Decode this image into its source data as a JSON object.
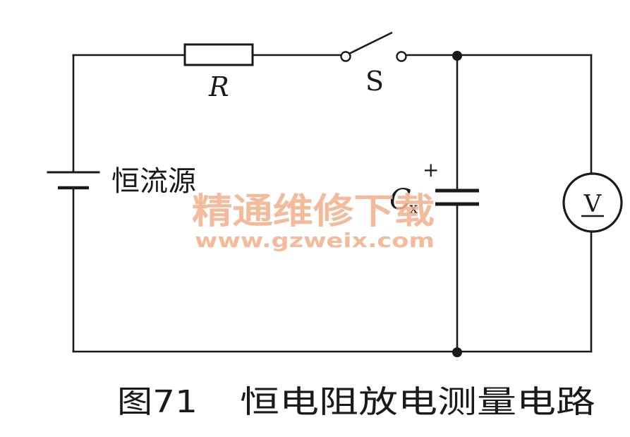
{
  "diagram": {
    "resistor_label": "R",
    "switch_label": "S",
    "source_label": "恒流源",
    "capacitor_label_main": "C",
    "capacitor_label_sub": "x",
    "capacitor_polarity": "+",
    "voltmeter_label": "V"
  },
  "watermark": {
    "title": "精通维修下载",
    "url": "www.gzweix.com"
  },
  "caption": {
    "figure_number": "图71",
    "title": "恒电阻放电测量电路"
  }
}
